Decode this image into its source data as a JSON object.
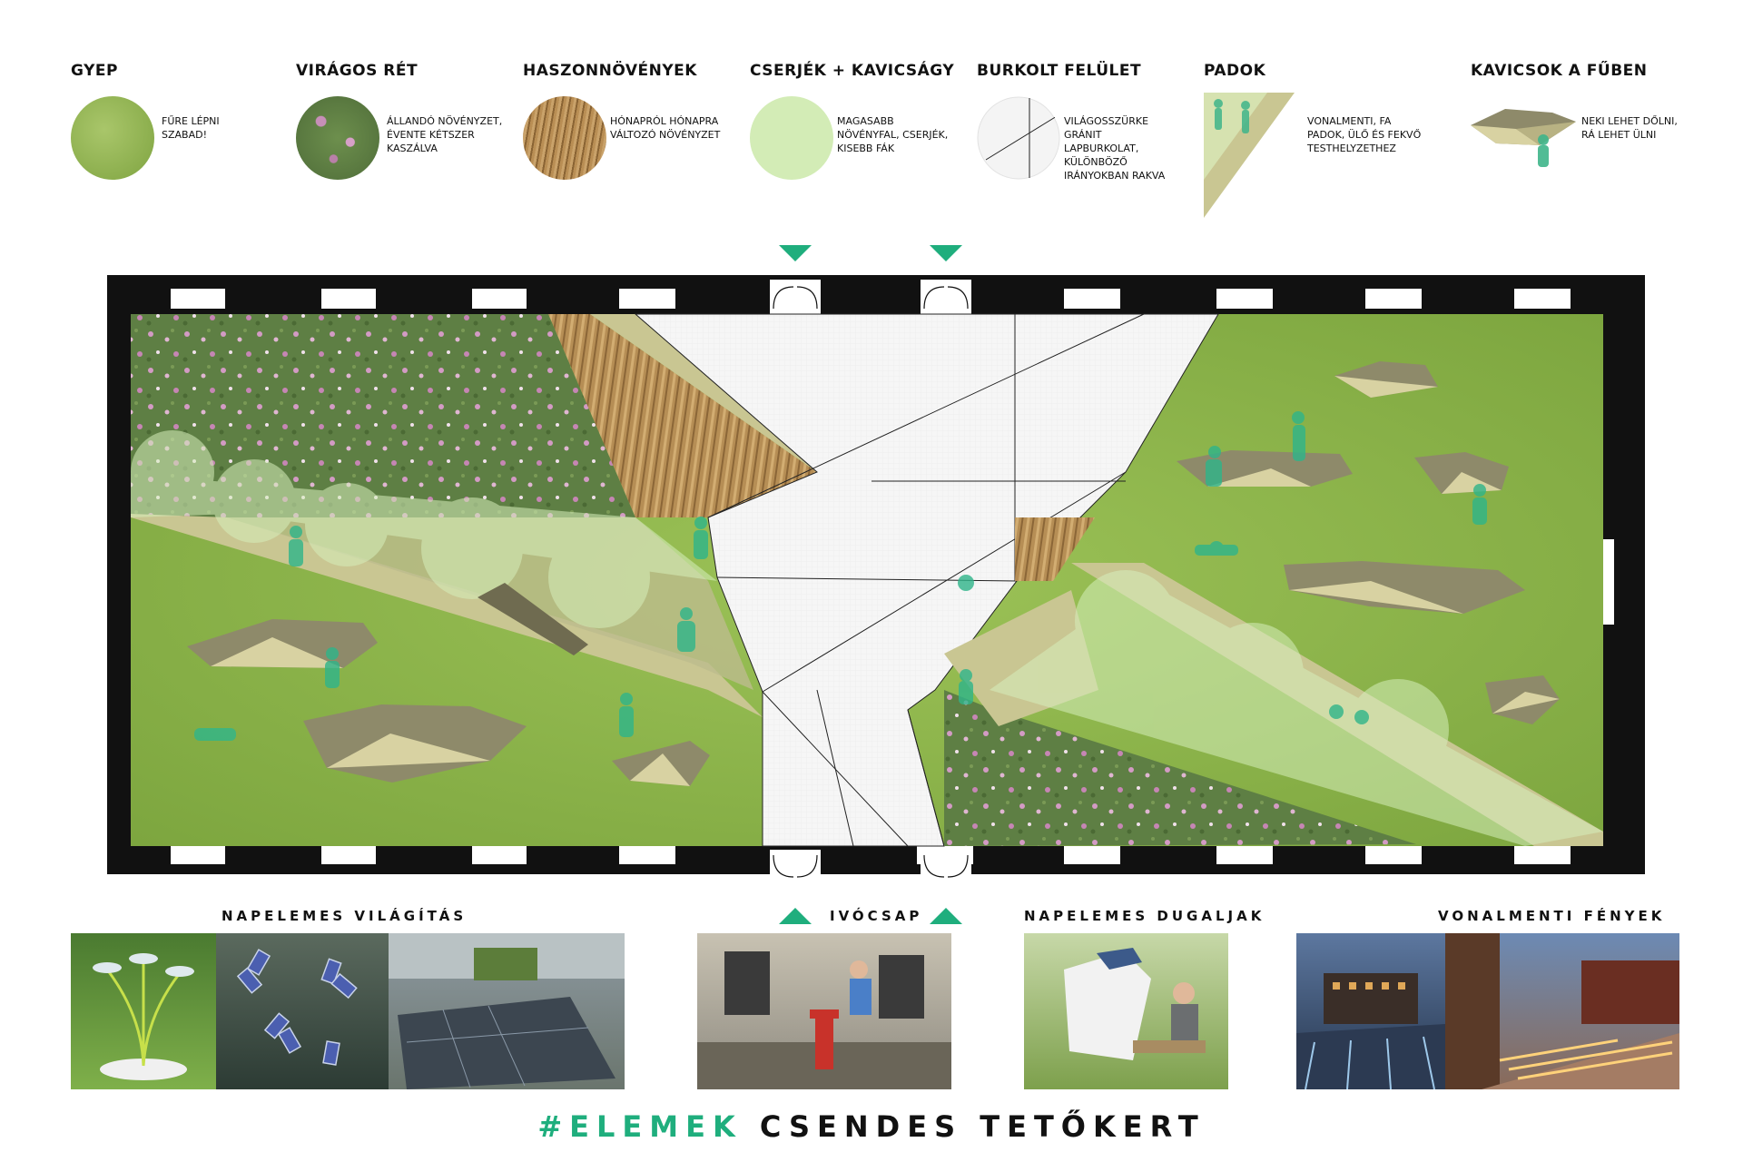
{
  "legend": [
    {
      "title": "GYEP",
      "desc": "FŰRE LÉPNI SZABAD!",
      "icon": "grass-swatch-icon"
    },
    {
      "title": "VIRÁGOS RÉT",
      "desc": "ÁLLANDÓ NÖVÉNYZET, ÉVENTE KÉTSZER KASZÁLVA",
      "icon": "meadow-swatch-icon"
    },
    {
      "title": "HASZONNÖVÉNYEK",
      "desc": "HÓNAPRÓL HÓNAPRA VÁLTOZÓ NÖVÉNYZET",
      "icon": "wheat-swatch-icon"
    },
    {
      "title": "CSERJÉK + KAVICSÁGY",
      "desc": "MAGASABB NÖVÉNYFAL, CSERJÉK, KISEBB FÁK",
      "icon": "shrub-swatch-icon"
    },
    {
      "title": "BURKOLT FELÜLET",
      "desc": "VILÁGOSSZÜRKE GRÁNIT LAPBURKOLAT, KÜLÖNBÖZŐ IRÁNYOKBAN RAKVA",
      "icon": "paving-swatch-icon"
    },
    {
      "title": "PADOK",
      "desc": "VONALMENTI, FA PADOK, ÜLŐ ÉS FEKVŐ TESTHELYZETHEZ",
      "icon": "bench-swatch-icon"
    },
    {
      "title": "KAVICSOK A FŰBEN",
      "desc": "NEKI LEHET DŐLNI, RÁ LEHET ÜLNI",
      "icon": "pebble-swatch-icon"
    }
  ],
  "features": [
    {
      "title": "NAPELEMES VILÁGÍTÁS"
    },
    {
      "title": "IVÓCSAP"
    },
    {
      "title": "NAPELEMES DUGALJAK"
    },
    {
      "title": "VONALMENTI FÉNYEK"
    }
  ],
  "footer": {
    "accent": "#ELEMEK",
    "rest": " CSENDES TETŐKERT"
  },
  "colors": {
    "accent": "#1fae7d",
    "grass": "#8bb24a",
    "meadow": "#6f8c4f",
    "wheat": "#b08a52",
    "shrub": "#cfe8b0",
    "bench": "#b5b38a",
    "paving": "#f2f2f2",
    "wall": "#111111"
  }
}
